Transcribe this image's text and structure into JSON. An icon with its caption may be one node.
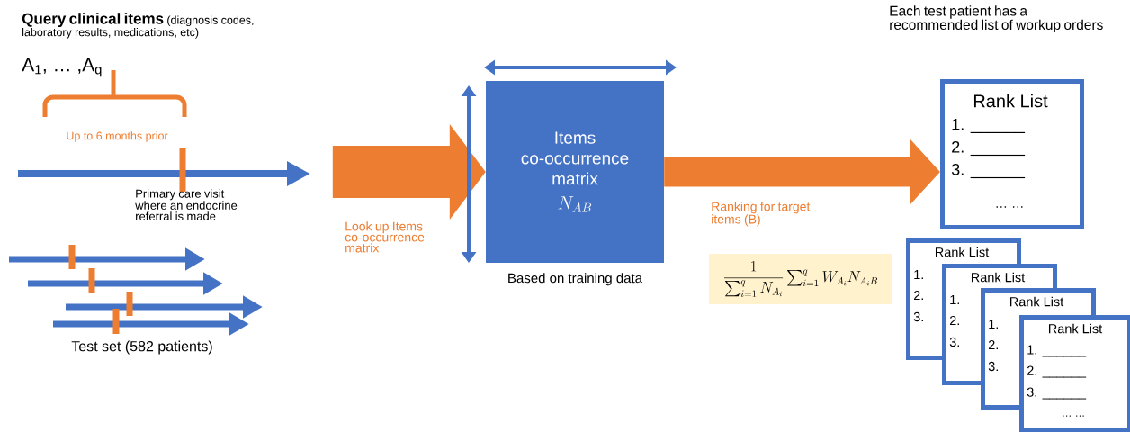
{
  "diagram": {
    "nodes": [
      {
        "text": [
          "Items co-occurrence matrix",
          "N_{AB}"
        ],
        "beside": [
          "Based on training data"
        ]
      },
      {
        "text": [
          "\\dfrac{1}{\\sum_{i=1}^{q} N_{A_i}} \\sum\\nolimits_{i=1}^{q} W_{A_i} N_{A_i B}"
        ]
      },
      {
        "text": [
          "Rank List",
          "1. ______",
          "2. ______",
          "3. ______",
          "… …"
        ]
      },
      {
        "text": [
          "Rank List",
          "1.",
          "2.",
          "3."
        ]
      },
      {
        "text": [
          "Rank List",
          "1.",
          "2.",
          "3."
        ]
      },
      {
        "text": [
          "Rank List",
          "1.",
          "2.",
          "3."
        ]
      },
      {
        "text": [
          "Rank List",
          "1. ______",
          "2. ______",
          "3. ______",
          "… …"
        ]
      }
    ],
    "edges": [
      {
        "from": null,
        "to": 0,
        "arrow": "to",
        "label": "Look up Items co-occurrence matrix"
      },
      {
        "from": 0,
        "to": 2,
        "arrow": "to",
        "label": "Ranking for target items (B)"
      }
    ],
    "labels": [
      "Query clinical items",
      "(diagnosis codes, laboratory results, medications, etc)",
      "A$_{1}$, … ,A$_{q}$",
      "Up to 6 months prior",
      "Primary care visit where an endocrine referral is made",
      "Test set (582 patients)",
      "Each test patient has a recommended list of workup orders"
    ]
  }
}
